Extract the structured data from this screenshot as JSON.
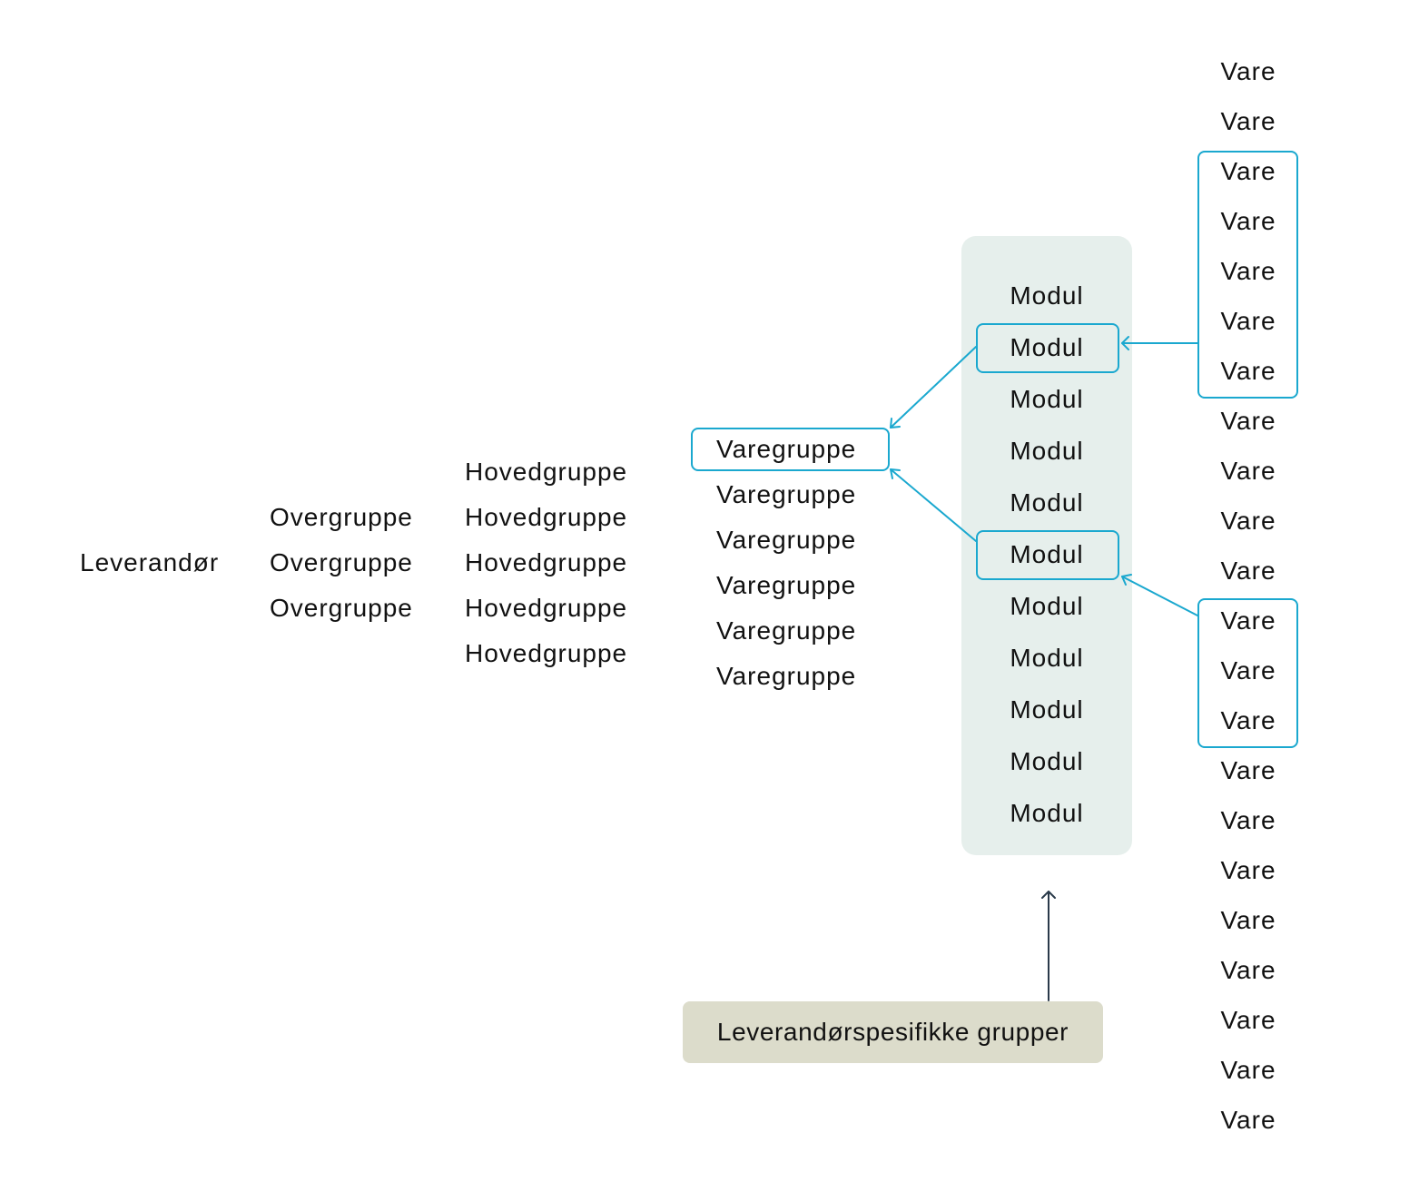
{
  "leverandor": "Leverandør",
  "overgrupper": [
    "Overgruppe",
    "Overgruppe",
    "Overgruppe"
  ],
  "hovedgrupper": [
    "Hovedgruppe",
    "Hovedgruppe",
    "Hovedgruppe",
    "Hovedgruppe",
    "Hovedgruppe"
  ],
  "varegrupper": [
    "Varegruppe",
    "Varegruppe",
    "Varegruppe",
    "Varegruppe",
    "Varegruppe",
    "Varegruppe"
  ],
  "moduler": [
    "Modul",
    "Modul",
    "Modul",
    "Modul",
    "Modul",
    "Modul",
    "Modul",
    "Modul",
    "Modul",
    "Modul",
    "Modul"
  ],
  "varer": [
    "Vare",
    "Vare",
    "Vare",
    "Vare",
    "Vare",
    "Vare",
    "Vare",
    "Vare",
    "Vare",
    "Vare",
    "Vare",
    "Vare",
    "Vare",
    "Vare",
    "Vare",
    "Vare",
    "Vare",
    "Vare",
    "Vare",
    "Vare",
    "Vare",
    "Vare"
  ],
  "callout_label": "Leverandørspesifikke grupper",
  "colors": {
    "highlight": "#1aa8cf",
    "panel": "#e6efec",
    "callout": "#dcdccb",
    "callout_arrow": "#2a3a4a"
  }
}
